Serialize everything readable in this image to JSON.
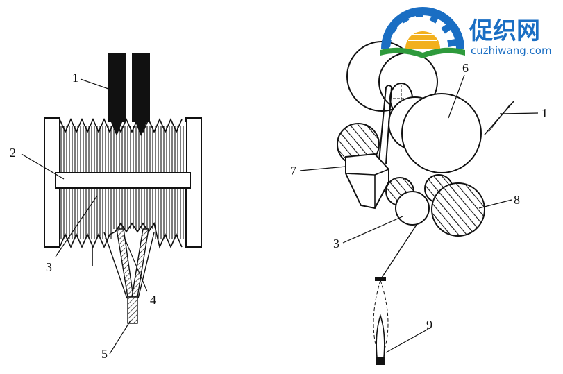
{
  "logo": {
    "name_cn": "促织网",
    "domain": "cuzhiwang.com",
    "colors": {
      "gear": "#1a6ec3",
      "book": "#2e9a3c",
      "sun": "#f2b01e"
    }
  },
  "left_diagram": {
    "labels": [
      "1",
      "2",
      "3",
      "4",
      "5"
    ]
  },
  "right_diagram": {
    "labels": [
      "6",
      "1",
      "7",
      "8",
      "3",
      "9"
    ]
  }
}
